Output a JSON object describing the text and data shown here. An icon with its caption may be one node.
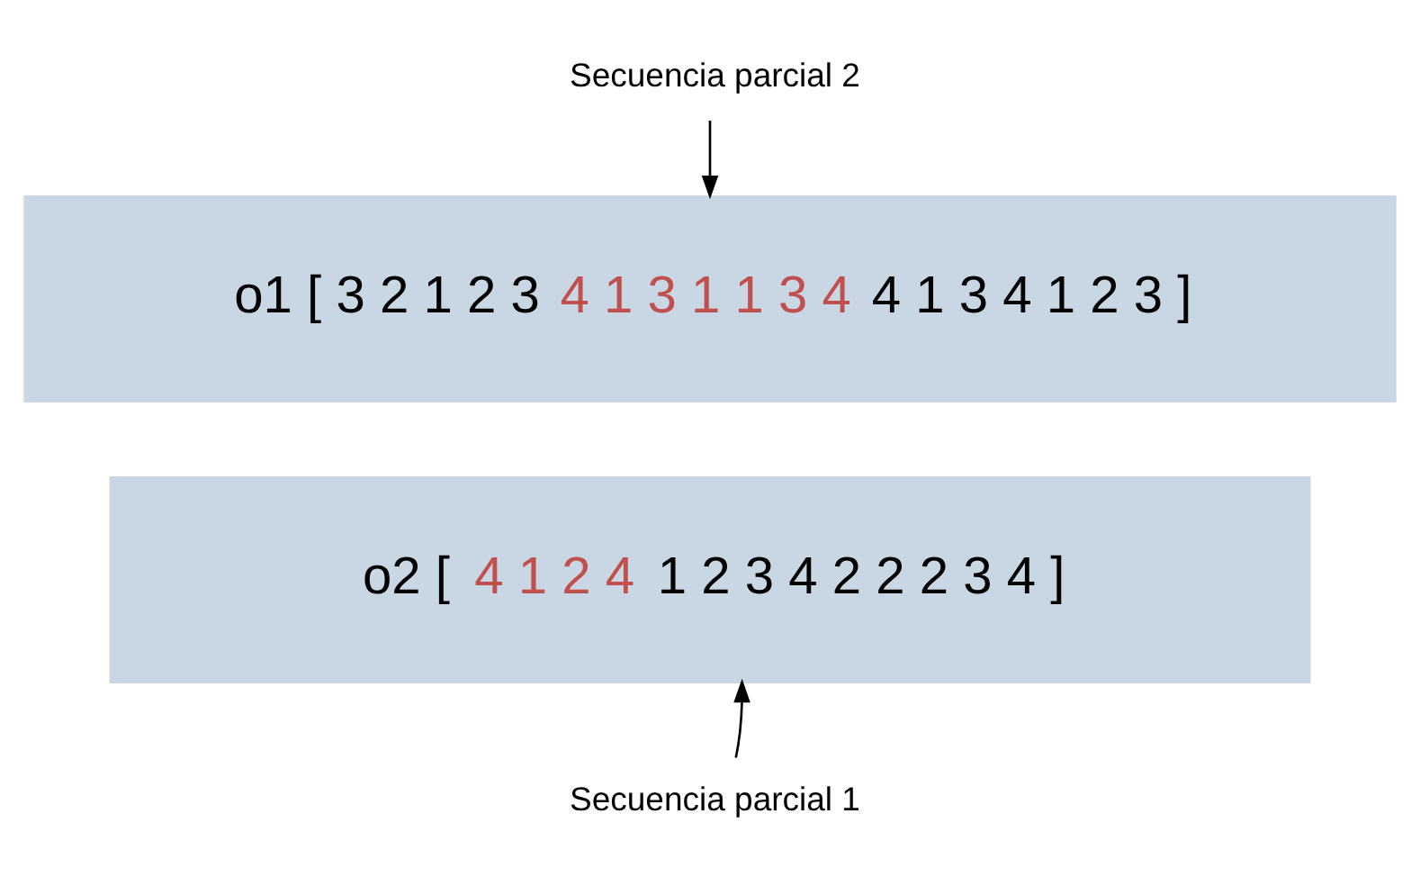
{
  "diagram": {
    "nodes": [
      {
        "text": [
          "Secuencia parcial 2"
        ]
      },
      {
        "text": [
          "o1 [ 3 2 1 2 3",
          "4 1 3 1 1 3 4",
          "4 1 3 4 1 2 3 ]"
        ]
      },
      {
        "text": [
          "o2 [",
          "4 1 2 4",
          "1 2 3 4 2 2 2 3 4 ]"
        ]
      },
      {
        "text": [
          "Secuencia parcial 1"
        ]
      }
    ],
    "edges": [
      {
        "from": 0,
        "to": 1,
        "arrow": "to"
      },
      {
        "from": 3,
        "to": 2,
        "arrow": "to"
      }
    ]
  }
}
